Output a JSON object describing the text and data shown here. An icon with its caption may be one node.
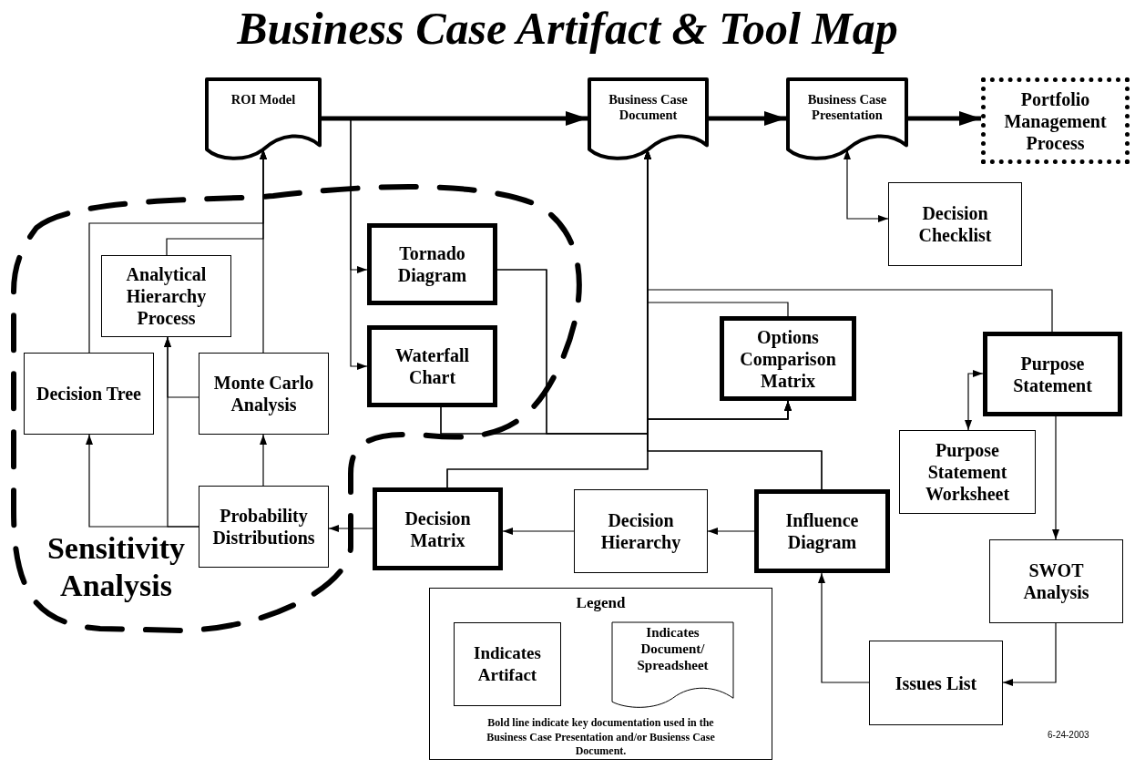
{
  "diagram": {
    "title": "Business Case Artifact & Tool Map",
    "nodes": [
      {
        "text": [
          "ROI Model"
        ]
      },
      {
        "text": [
          "Business Case Document"
        ]
      },
      {
        "text": [
          "Business Case Presentation"
        ]
      },
      {
        "text": [
          "Portfolio Management Process"
        ]
      },
      {
        "text": [
          "Decision Checklist"
        ]
      },
      {
        "text": [
          "Sensitivity Analysis"
        ]
      },
      {
        "text": [
          "Analytical Hierarchy Process"
        ],
        "in": 5
      },
      {
        "text": [
          "Decision Tree"
        ],
        "in": 5
      },
      {
        "text": [
          "Monte Carlo Analysis"
        ],
        "in": 5
      },
      {
        "text": [
          "Probability Distributions"
        ],
        "in": 5
      },
      {
        "text": [
          "Tornado Diagram"
        ],
        "in": 5
      },
      {
        "text": [
          "Waterfall Chart"
        ],
        "in": 5
      },
      {
        "text": [
          "Options Comparison Matrix"
        ]
      },
      {
        "text": [
          "Purpose Statement"
        ]
      },
      {
        "text": [
          "Purpose Statement Worksheet"
        ]
      },
      {
        "text": [
          "Decision Matrix"
        ]
      },
      {
        "text": [
          "Decision Hierarchy"
        ]
      },
      {
        "text": [
          "Influence Diagram"
        ]
      },
      {
        "text": [
          "SWOT Analysis"
        ]
      },
      {
        "text": [
          "Issues List"
        ]
      }
    ],
    "edges": [
      {
        "from": 0,
        "to": 1,
        "arrow": "to",
        "style": "thick"
      },
      {
        "from": 1,
        "to": 2,
        "arrow": "to",
        "style": "thick"
      },
      {
        "from": 2,
        "to": 3,
        "arrow": "to",
        "style": "thick"
      },
      {
        "from": 2,
        "to": 4,
        "arrow": "both"
      },
      {
        "from": 0,
        "to": 10,
        "arrow": "to"
      },
      {
        "from": 0,
        "to": 11,
        "arrow": "to"
      },
      {
        "from": 7,
        "to": 0,
        "arrow": "to"
      },
      {
        "from": 6,
        "to": 0,
        "arrow": "to"
      },
      {
        "from": 8,
        "to": 0,
        "arrow": "to"
      },
      {
        "from": 8,
        "to": 6,
        "arrow": "to"
      },
      {
        "from": 9,
        "to": 6,
        "arrow": "to"
      },
      {
        "from": 9,
        "to": 7,
        "arrow": "to"
      },
      {
        "from": 9,
        "to": 8,
        "arrow": "to"
      },
      {
        "from": 15,
        "to": 9,
        "arrow": "to"
      },
      {
        "from": 16,
        "to": 15,
        "arrow": "to"
      },
      {
        "from": 17,
        "to": 16,
        "arrow": "to"
      },
      {
        "from": 17,
        "to": 1,
        "arrow": "to"
      },
      {
        "from": 15,
        "to": 1,
        "arrow": "to"
      },
      {
        "from": 10,
        "to": 1,
        "arrow": "to"
      },
      {
        "from": 11,
        "to": 1,
        "arrow": "to"
      },
      {
        "from": 12,
        "to": 1,
        "arrow": "to"
      },
      {
        "from": 13,
        "to": 1,
        "arrow": "to"
      },
      {
        "from": 10,
        "to": 12,
        "arrow": "to"
      },
      {
        "from": 11,
        "to": 12,
        "arrow": "to"
      },
      {
        "from": 15,
        "to": 12,
        "arrow": "to"
      },
      {
        "from": 17,
        "to": 12,
        "arrow": "to"
      },
      {
        "from": 13,
        "to": 14,
        "arrow": "both"
      },
      {
        "from": 13,
        "to": 18,
        "arrow": "to"
      },
      {
        "from": 18,
        "to": 19,
        "arrow": "to"
      },
      {
        "from": 19,
        "to": 17,
        "arrow": "to"
      }
    ],
    "labels": [
      "Legend",
      "Bold line indicate key documentation used in the Business Case Presentation and/or Busienss Case Document.",
      "6-24-2003"
    ],
    "legend": [
      {
        "text": "Indicates Artifact"
      },
      {
        "text": "Indicates Document/ Spreadsheet"
      }
    ]
  }
}
